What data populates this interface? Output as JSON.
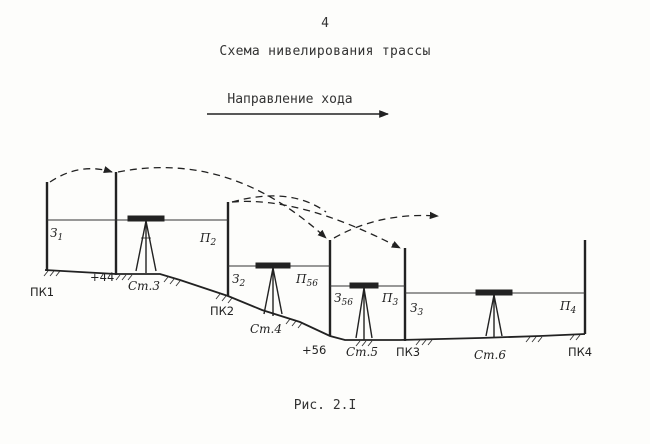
{
  "header": {
    "page_number": "4",
    "title": "Схема нивелирования трассы",
    "direction": "Направление хода"
  },
  "caption": "Рис. 2.I",
  "labels": {
    "pk1": "ПК1",
    "plus44": "+44",
    "st3": "Ст.3",
    "pk2": "ПК2",
    "st4": "Ст.4",
    "plus56": "+56",
    "st5": "Ст.5",
    "pk3": "ПК3",
    "st6": "Ст.6",
    "pk4": "ПК4",
    "z1_main": "З",
    "z1_sub": "1",
    "p2_main": "П",
    "p2_sub": "2",
    "z2_main": "З",
    "z2_sub": "2",
    "p56_main": "П",
    "p56_sub": "56",
    "z56_main": "З",
    "z56_sub": "56",
    "p3_main": "П",
    "p3_sub": "3",
    "z3_main": "З",
    "z3_sub": "3",
    "p4_main": "П",
    "p4_sub": "4"
  }
}
